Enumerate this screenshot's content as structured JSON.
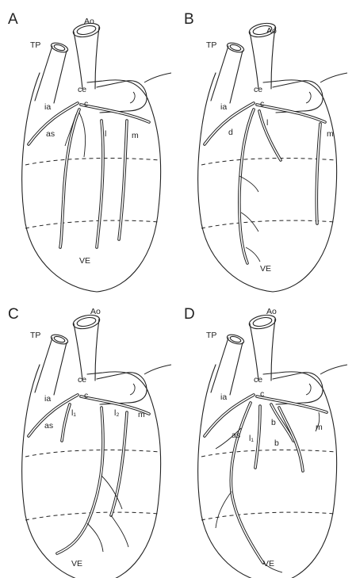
{
  "panels": [
    {
      "letter": "A",
      "labels": {
        "ao": "Ao",
        "tp": "TP",
        "ce": "ce",
        "ia": "ia",
        "c": "c",
        "as": "as",
        "l": "l",
        "m": "m",
        "ve": "VE"
      }
    },
    {
      "letter": "B",
      "labels": {
        "ao": "Ao",
        "tp": "TP",
        "ce": "ce",
        "ia": "ia",
        "c": "c",
        "d": "d",
        "l": "l",
        "m": "m",
        "ve": "VE"
      }
    },
    {
      "letter": "C",
      "labels": {
        "ao": "Ao",
        "tp": "TP",
        "ce": "ce",
        "ia": "ia",
        "c": "c",
        "as": "as",
        "l1": "l₁",
        "l2": "l₂",
        "m": "m",
        "ve": "VE"
      }
    },
    {
      "letter": "D",
      "labels": {
        "ao": "Ao",
        "tp": "TP",
        "ce": "ce",
        "ia": "ia",
        "c": "c",
        "as": "as",
        "l1": "l₁",
        "b1": "b",
        "b2": "b",
        "m": "m",
        "ve": "VE"
      }
    }
  ]
}
